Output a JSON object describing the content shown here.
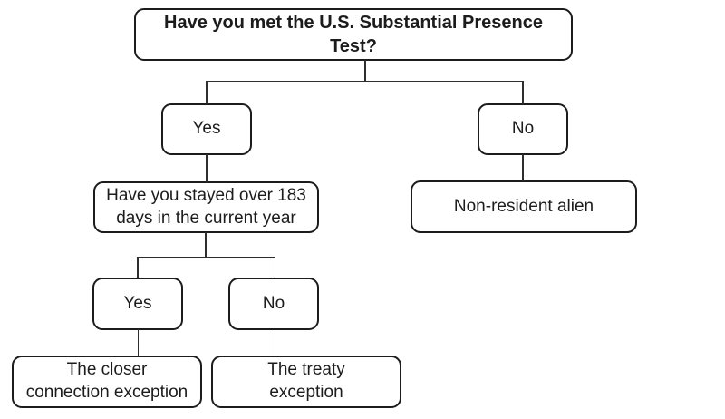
{
  "colors": {
    "background": "#ffffff",
    "node_border": "#1c1c1c",
    "connector": "#2e2e2e",
    "text": "#1c1c1c"
  },
  "flowchart": {
    "type": "decision-tree",
    "nodes": {
      "root": {
        "label": "Have you met the U.S. Substantial Presence Test?",
        "bold": true
      },
      "yes1": {
        "label": "Yes"
      },
      "no1": {
        "label": "No"
      },
      "stay183": {
        "label": "Have you stayed over 183\ndays in the current year"
      },
      "nonresident": {
        "label": "Non-resident alien"
      },
      "yes2": {
        "label": "Yes"
      },
      "no2": {
        "label": "No"
      },
      "closer": {
        "label": "The closer\nconnection exception"
      },
      "treaty": {
        "label": "The treaty\nexception"
      }
    },
    "edges": [
      {
        "from": "root",
        "to": "yes1"
      },
      {
        "from": "root",
        "to": "no1"
      },
      {
        "from": "yes1",
        "to": "stay183"
      },
      {
        "from": "no1",
        "to": "nonresident"
      },
      {
        "from": "stay183",
        "to": "yes2"
      },
      {
        "from": "stay183",
        "to": "no2"
      },
      {
        "from": "yes2",
        "to": "closer"
      },
      {
        "from": "no2",
        "to": "treaty"
      }
    ]
  }
}
